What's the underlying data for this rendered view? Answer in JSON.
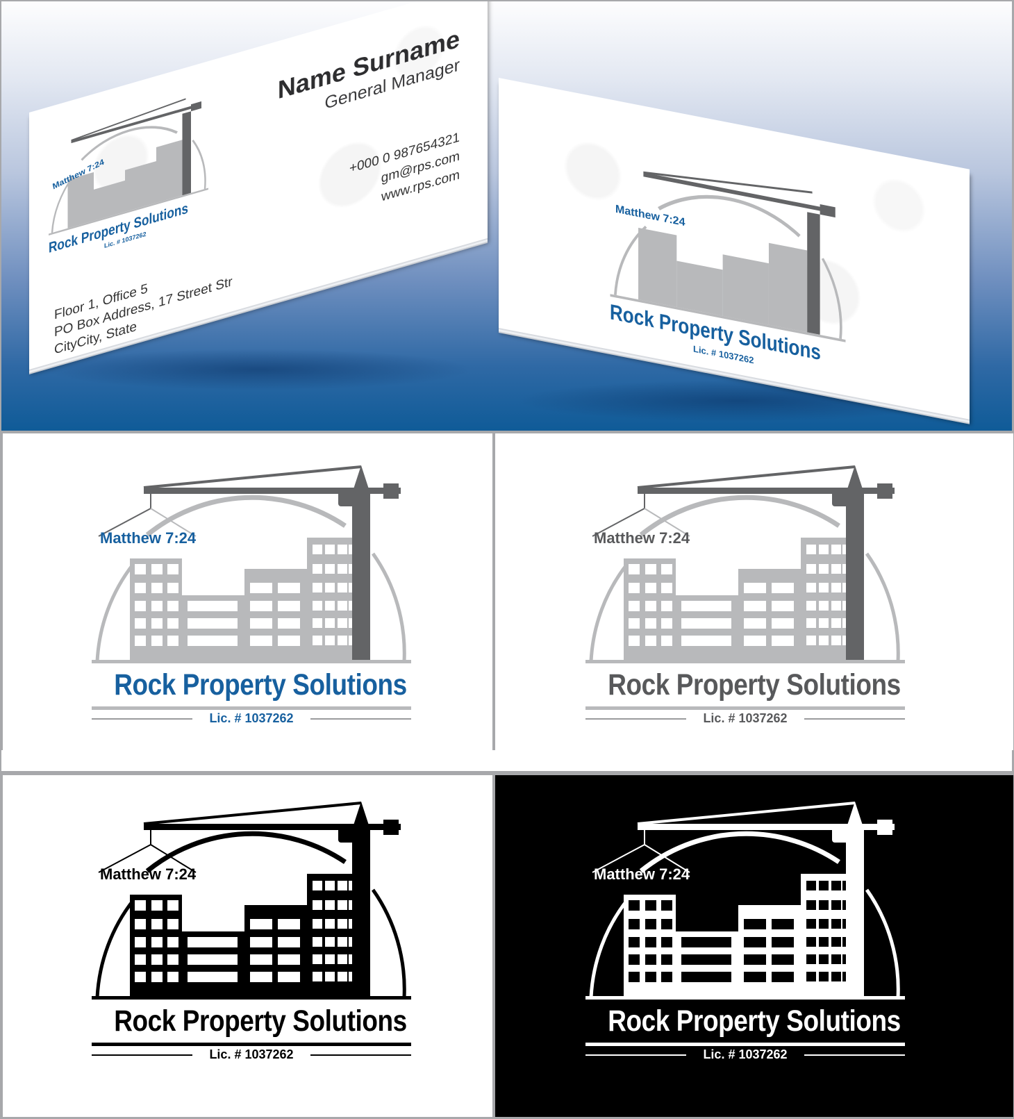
{
  "brand": {
    "company": "Rock Property Solutions",
    "verse": "Matthew 7:24",
    "license": "Lic. # 1037262"
  },
  "business_card_front": {
    "name": "Name Surname",
    "title": "General Manager",
    "phone": "+000 0 987654321",
    "email": "gm@rps.com",
    "website": "www.rps.com",
    "address_line1": "Floor 1, Office 5",
    "address_line2": "PO Box Address, 17 Street Str",
    "address_line3": "CityCity, State"
  },
  "business_card_back": {
    "company": "Rock Property Solutions",
    "verse": "Matthew 7:24",
    "license": "Lic. # 1037262"
  },
  "variants": [
    {
      "id": "color",
      "label": "Rock Property Solutions",
      "verse": "Matthew 7:24",
      "license": "Lic. # 1037262",
      "text_color": "#17609f",
      "building_color": "#b8b9bb",
      "crane_color": "#636466",
      "background": "#ffffff"
    },
    {
      "id": "grayscale",
      "label": "Rock Property Solutions",
      "verse": "Matthew 7:24",
      "license": "Lic. # 1037262",
      "text_color": "#58595b",
      "building_color": "#b8b9bb",
      "crane_color": "#636466",
      "background": "#ffffff"
    },
    {
      "id": "black",
      "label": "Rock Property Solutions",
      "verse": "Matthew 7:24",
      "license": "Lic. # 1037262",
      "text_color": "#000000",
      "building_color": "#000000",
      "crane_color": "#000000",
      "background": "#ffffff"
    },
    {
      "id": "white-reversed",
      "label": "Rock Property Solutions",
      "verse": "Matthew 7:24",
      "license": "Lic. # 1037262",
      "text_color": "#ffffff",
      "building_color": "#ffffff",
      "crane_color": "#ffffff",
      "background": "#000000"
    }
  ],
  "colors": {
    "brand_blue": "#17609f",
    "hero_gradient_top": "#fdfdfe",
    "hero_gradient_bottom": "#0f5b98",
    "panel_border": "#a7a8ab"
  }
}
